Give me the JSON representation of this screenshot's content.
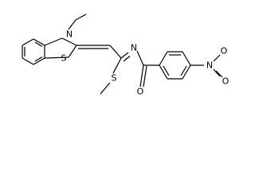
{
  "molecule": {
    "atom_labels": {
      "n_ring": "N",
      "s_ring": "S",
      "n_imine": "N",
      "s_methyl": "S",
      "o_carbonyl": "O",
      "n_nitro": "N",
      "o_nitro_top": "O",
      "o_nitro_bottom": "O"
    }
  }
}
